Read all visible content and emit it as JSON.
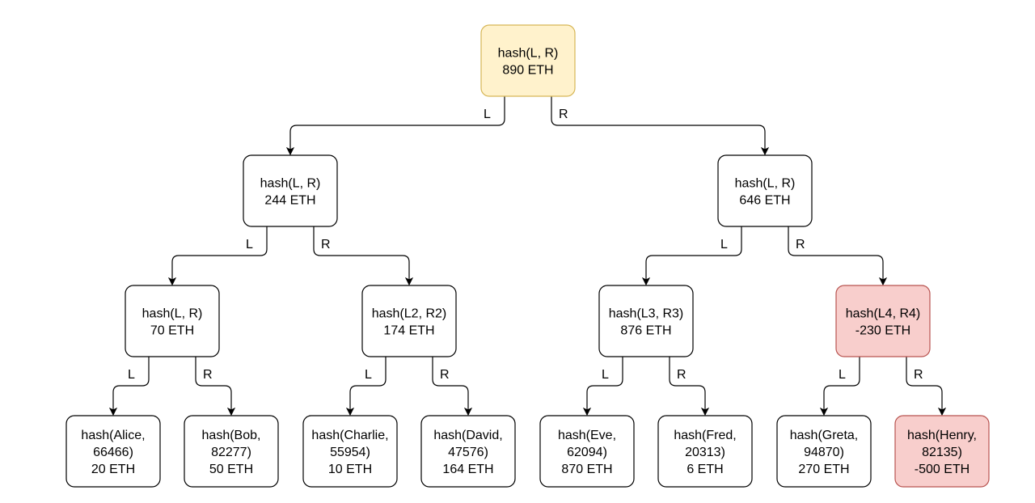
{
  "nodes": [
    {
      "id": "root",
      "lines": [
        "hash(L, R)",
        "890 ETH"
      ],
      "style": "root"
    },
    {
      "id": "l1-left",
      "lines": [
        "hash(L, R)",
        "244 ETH"
      ],
      "style": "normal"
    },
    {
      "id": "l1-right",
      "lines": [
        "hash(L, R)",
        "646 ETH"
      ],
      "style": "normal"
    },
    {
      "id": "l2-a",
      "lines": [
        "hash(L, R)",
        "70 ETH"
      ],
      "style": "normal"
    },
    {
      "id": "l2-b",
      "lines": [
        "hash(L2, R2)",
        "174 ETH"
      ],
      "style": "normal"
    },
    {
      "id": "l2-c",
      "lines": [
        "hash(L3, R3)",
        "876 ETH"
      ],
      "style": "normal"
    },
    {
      "id": "l2-d",
      "lines": [
        "hash(L4, R4)",
        "-230 ETH"
      ],
      "style": "bad"
    },
    {
      "id": "alice",
      "lines": [
        "hash(Alice,",
        "66466)",
        "20 ETH"
      ],
      "style": "normal"
    },
    {
      "id": "bob",
      "lines": [
        "hash(Bob,",
        "82277)",
        "50 ETH"
      ],
      "style": "normal"
    },
    {
      "id": "charlie",
      "lines": [
        "hash(Charlie,",
        "55954)",
        "10 ETH"
      ],
      "style": "normal"
    },
    {
      "id": "david",
      "lines": [
        "hash(David,",
        "47576)",
        "164 ETH"
      ],
      "style": "normal"
    },
    {
      "id": "eve",
      "lines": [
        "hash(Eve,",
        "62094)",
        "870 ETH"
      ],
      "style": "normal"
    },
    {
      "id": "fred",
      "lines": [
        "hash(Fred,",
        "20313)",
        "6 ETH"
      ],
      "style": "normal"
    },
    {
      "id": "greta",
      "lines": [
        "hash(Greta,",
        "94870)",
        "270 ETH"
      ],
      "style": "normal"
    },
    {
      "id": "henry",
      "lines": [
        "hash(Henry,",
        "82135)",
        "-500 ETH"
      ],
      "style": "bad"
    }
  ],
  "edges": [
    {
      "from": "root",
      "to": "l1-left",
      "label": "L"
    },
    {
      "from": "root",
      "to": "l1-right",
      "label": "R"
    },
    {
      "from": "l1-left",
      "to": "l2-a",
      "label": "L"
    },
    {
      "from": "l1-left",
      "to": "l2-b",
      "label": "R"
    },
    {
      "from": "l1-right",
      "to": "l2-c",
      "label": "L"
    },
    {
      "from": "l1-right",
      "to": "l2-d",
      "label": "R"
    },
    {
      "from": "l2-a",
      "to": "alice",
      "label": "L"
    },
    {
      "from": "l2-a",
      "to": "bob",
      "label": "R"
    },
    {
      "from": "l2-b",
      "to": "charlie",
      "label": "L"
    },
    {
      "from": "l2-b",
      "to": "david",
      "label": "R"
    },
    {
      "from": "l2-c",
      "to": "eve",
      "label": "L"
    },
    {
      "from": "l2-c",
      "to": "fred",
      "label": "R"
    },
    {
      "from": "l2-d",
      "to": "greta",
      "label": "L"
    },
    {
      "from": "l2-d",
      "to": "henry",
      "label": "R"
    }
  ],
  "colors": {
    "root_fill": "#fff2cc",
    "root_stroke": "#d6b656",
    "bad_fill": "#f8cecc",
    "bad_stroke": "#b85450",
    "normal_fill": "#ffffff",
    "normal_stroke": "#000000"
  }
}
